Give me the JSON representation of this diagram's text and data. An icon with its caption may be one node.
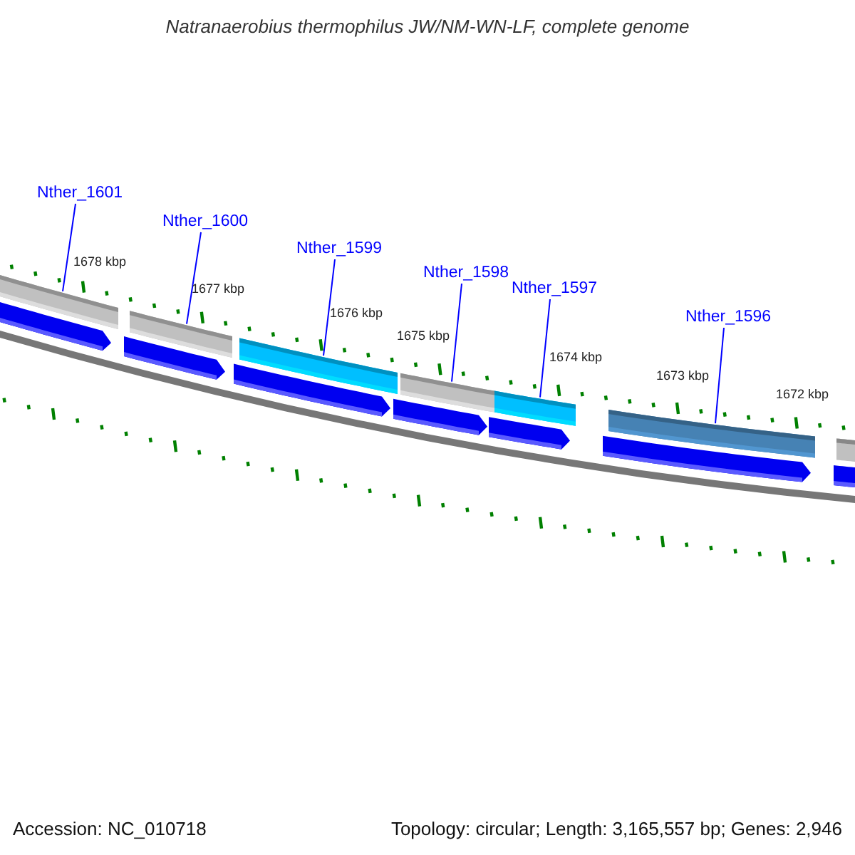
{
  "diagram": {
    "title": "Natranaerobius thermophilus JW/NM-WN-LF, complete genome",
    "nodes": [
      {
        "text": [
          "Nther_1601"
        ]
      },
      {
        "text": [
          "Nther_1600"
        ]
      },
      {
        "text": [
          "Nther_1599"
        ]
      },
      {
        "text": [
          "Nther_1598"
        ]
      },
      {
        "text": [
          "Nther_1597"
        ]
      },
      {
        "text": [
          "Nther_1596"
        ]
      },
      {
        "text": [],
        "shape": "bar"
      },
      {
        "text": [],
        "shape": "bar"
      },
      {
        "text": [],
        "shape": "bar"
      },
      {
        "text": [],
        "shape": "bar"
      },
      {
        "text": [],
        "shape": "bar"
      },
      {
        "text": [],
        "shape": "bar"
      }
    ],
    "edges": [
      {
        "from": 0,
        "to": 6,
        "arrow": "none"
      },
      {
        "from": 1,
        "to": 7,
        "arrow": "none"
      },
      {
        "from": 2,
        "to": 8,
        "arrow": "none"
      },
      {
        "from": 3,
        "to": 9,
        "arrow": "none"
      },
      {
        "from": 4,
        "to": 10,
        "arrow": "none"
      },
      {
        "from": 5,
        "to": 11,
        "arrow": "none"
      }
    ],
    "labels": [
      "1678 kbp",
      "1677 kbp",
      "1676 kbp",
      "1675 kbp",
      "1674 kbp",
      "1673 kbp",
      "1672 kbp",
      "Accession: NC_010718",
      "Topology: circular; Length: 3,165,557 bp; Genes: 2,946"
    ]
  }
}
